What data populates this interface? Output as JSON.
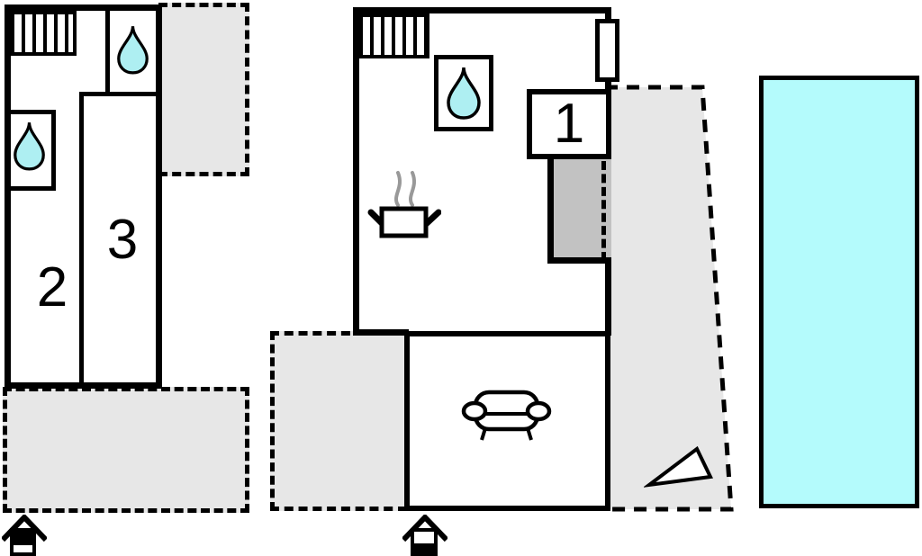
{
  "title": "holiday-home-floor-plan",
  "colors": {
    "wall": "#000000",
    "terrace": "#e7e7e7",
    "dark": "#c2c2c2",
    "pool": "#b4fbfc",
    "drop": "#aeeff2",
    "steam": "#999999",
    "bg": "#ffffff"
  },
  "rooms": {
    "room1": "1",
    "room2": "2",
    "room3": "3"
  },
  "icons": [
    "stairs-icon",
    "water-drop-icon",
    "stove-icon",
    "sofa-icon",
    "door-icon",
    "entrance-icon",
    "slope-triangle-icon"
  ]
}
